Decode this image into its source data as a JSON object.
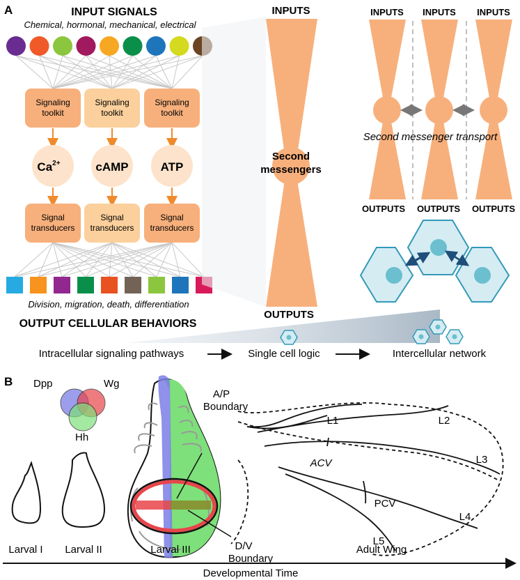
{
  "panel_a": {
    "letter": "A",
    "input_title": "INPUT SIGNALS",
    "input_subtitle": "Chemical, hormonal, mechanical, electrical",
    "input_colors": [
      "#6a2c91",
      "#f05a28",
      "#8cc63f",
      "#a1195e",
      "#f7a823",
      "#0a8f4a",
      "#1f75bb",
      "#d4da1f",
      "#6b4423"
    ],
    "toolkit_label": [
      "Signaling",
      "toolkit"
    ],
    "messengers": [
      "Ca",
      "cAMP",
      "ATP"
    ],
    "messenger_ca_sup": "2+",
    "transducer_label": [
      "Signal",
      "transducers"
    ],
    "output_colors": [
      "#27aae1",
      "#f7931e",
      "#92278f",
      "#0a8f4a",
      "#e85120",
      "#736357",
      "#8cc63f",
      "#1f75bb",
      "#d91a5a"
    ],
    "output_subtitle": "Division, migration, death, differentiation",
    "output_title": "OUTPUT CELLULAR BEHAVIORS",
    "center_inputs": "INPUTS",
    "center_label": [
      "Second",
      "messengers"
    ],
    "center_outputs": "OUTPUTS",
    "network_inputs": "INPUTS",
    "network_outputs": "OUTPUTS",
    "transport_label": "Second messenger transport",
    "flow": {
      "step1": "Intracellular signaling pathways",
      "step2": "Single cell logic",
      "step3": "Intercellular network"
    },
    "colors": {
      "box_dark": "#f7b07c",
      "box_light": "#fbd09c",
      "circle": "#fde3cb",
      "hourglass": "#f7b07c",
      "arrow_orange": "#f08a2a",
      "cell_fill": "#d5ecf3",
      "cell_stroke": "#3399b8",
      "nucleus": "#6bbfcf",
      "cell_arrow": "#1f4e7a"
    }
  },
  "panel_b": {
    "letter": "B",
    "venn": [
      "Dpp",
      "Wg",
      "Hh"
    ],
    "stages": [
      "Larval I",
      "Larval II",
      "Larval III"
    ],
    "ap_label": [
      "A/P",
      "Boundary"
    ],
    "dv_label": [
      "D/V",
      "Boundary"
    ],
    "veins": [
      "L1",
      "L2",
      "L3",
      "L4",
      "L5",
      "ACV",
      "PCV"
    ],
    "adult_label": "Adult Wing",
    "time_label": "Developmental Time",
    "colors": {
      "dpp": "#7b7ee6",
      "wg": "#e8454a",
      "hh": "#7ee07a"
    }
  }
}
